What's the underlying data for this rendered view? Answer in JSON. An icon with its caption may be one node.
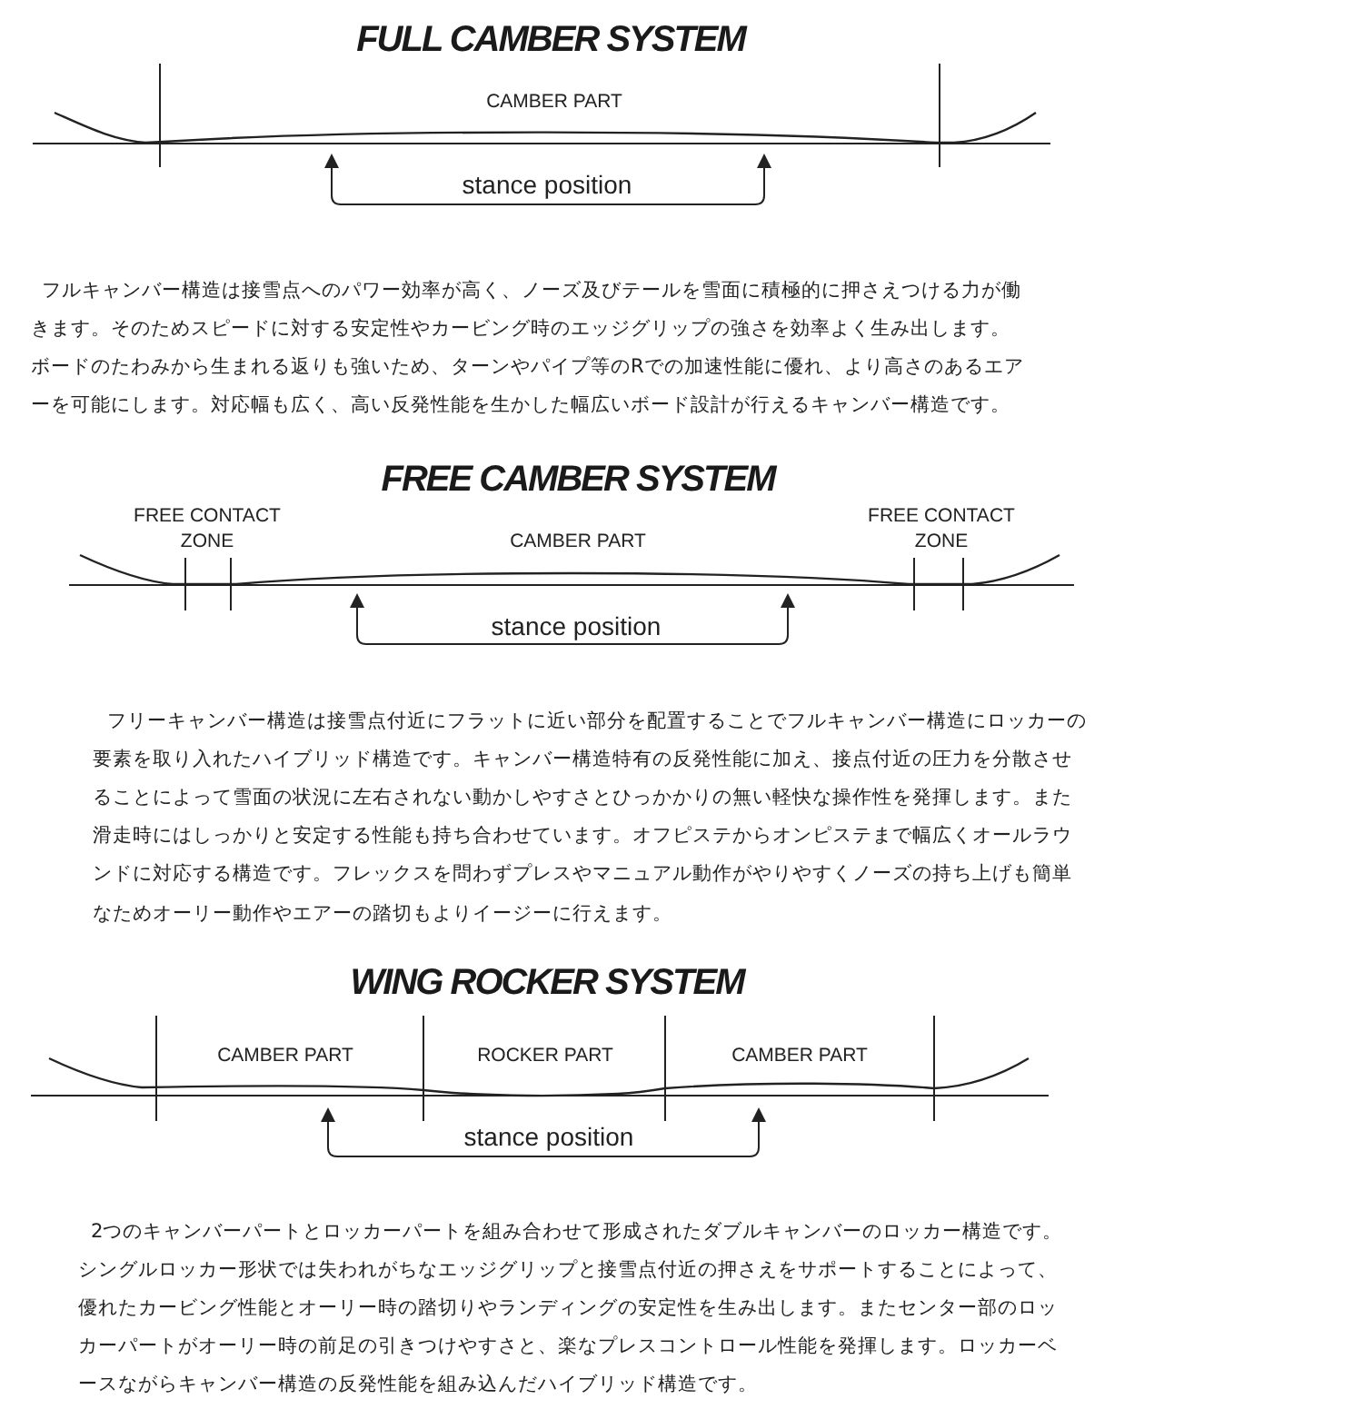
{
  "diagram": {
    "labels": [
      "FULL CAMBER SYSTEM",
      "CAMBER PART",
      "stance position",
      "フルキャンバー構造は接雪点へのパワー効率が高く、ノーズ及びテールを雪面に積極的に押さえつける力が働きます。そのためスピードに対する安定性やカービング時のエッジグリップの強さを効率よく生み出します。ボードのたわみから生まれる返りも強いため、ターンやパイプ等のRでの加速性能に優れ、より高さのあるエアーを可能にします。対応幅も広く、高い反発性能を生かした幅広いボード設計が行えるキャンバー構造です。",
      "FREE CAMBER SYSTEM",
      "FREE CONTACT ZONE",
      "CAMBER PART",
      "FREE CONTACT ZONE",
      "stance position",
      "フリーキャンバー構造は接雪点付近にフラットに近い部分を配置することでフルキャンバー構造にロッカーの要素を取り入れたハイブリッド構造です。キャンバー構造特有の反発性能に加え、接点付近の圧力を分散させることによって雪面の状況に左右されない動かしやすさとひっかかりの無い軽快な操作性を発揮します。また滑走時にはしっかりと安定する性能も持ち合わせています。オフピステからオンピステまで幅広くオールラウンドに対応する構造です。フレックスを問わずプレスやマニュアル動作がやりやすくノーズの持ち上げも簡単なためオーリー動作やエアーの踏切もよりイージーに行えます。",
      "WING ROCKER SYSTEM",
      "CAMBER PART",
      "ROCKER PART",
      "CAMBER PART",
      "stance position",
      "2つのキャンバーパートとロッカーパートを組み合わせて形成されたダブルキャンバーのロッカー構造です。シングルロッカー形状では失われがちなエッジグリップと接雪点付近の押さえをサポートすることによって、優れたカービング性能とオーリー時の踏切りやランディングの安定性を生み出します。またセンター部のロッカーパートがオーリー時の前足の引きつけやすさと、楽なプレスコントロール性能を発揮します。ロッカーベースながらキャンバー構造の反発性能を組み込んだハイブリッド構造です。"
    ]
  }
}
